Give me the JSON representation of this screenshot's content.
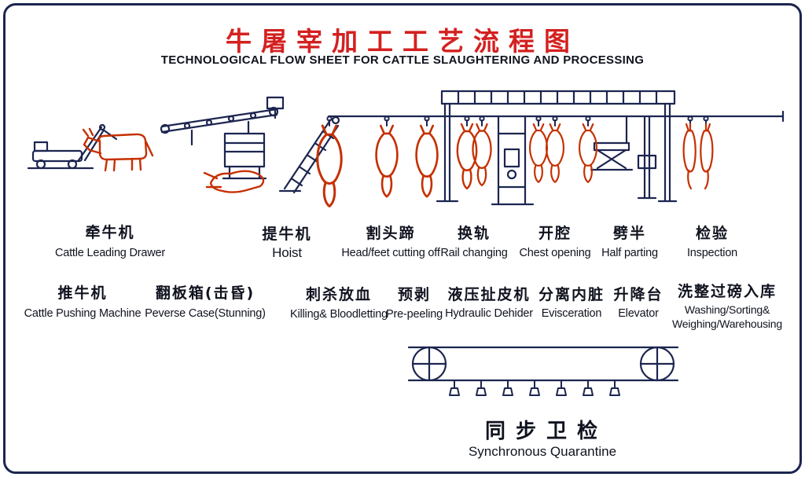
{
  "colors": {
    "title-red": "#d42020",
    "navy": "#1c2550",
    "red": "#c53000",
    "ink": "#10131f"
  },
  "header": {
    "title_zh": "牛屠宰加工工艺流程图",
    "subtitle_en": "TECHNOLOGICAL FLOW SHEET FOR CATTLE SLAUGHTERING AND PROCESSING"
  },
  "row1": [
    {
      "zh": "牵牛机",
      "en": "Cattle Leading Drawer"
    },
    {
      "zh": "提牛机",
      "en": "Hoist"
    },
    {
      "zh": "割头蹄",
      "en": "Head/feet cutting off"
    },
    {
      "zh": "换轨",
      "en": "Rail changing"
    },
    {
      "zh": "开腔",
      "en": "Chest opening"
    },
    {
      "zh": "劈半",
      "en": "Half parting"
    },
    {
      "zh": "检验",
      "en": "Inspection"
    }
  ],
  "row2": [
    {
      "zh": "推牛机",
      "en": "Cattle Pushing Machine"
    },
    {
      "zh": "翻板箱(击昏)",
      "en": "Peverse Case(Stunning)"
    },
    {
      "zh": "刺杀放血",
      "en": "Killing& Bloodletting"
    },
    {
      "zh": "预剥",
      "en": "Pre-peeling"
    },
    {
      "zh": "液压扯皮机",
      "en": "Hydraulic Dehider"
    },
    {
      "zh": "分离内脏",
      "en": "Evisceration"
    },
    {
      "zh": "升降台",
      "en": "Elevator"
    },
    {
      "zh": "洗整过磅入库",
      "en": "Washing/Sorting&\nWeighing/Warehousing"
    }
  ],
  "bottom": {
    "zh": "同步卫检",
    "en": "Synchronous  Quarantine"
  }
}
